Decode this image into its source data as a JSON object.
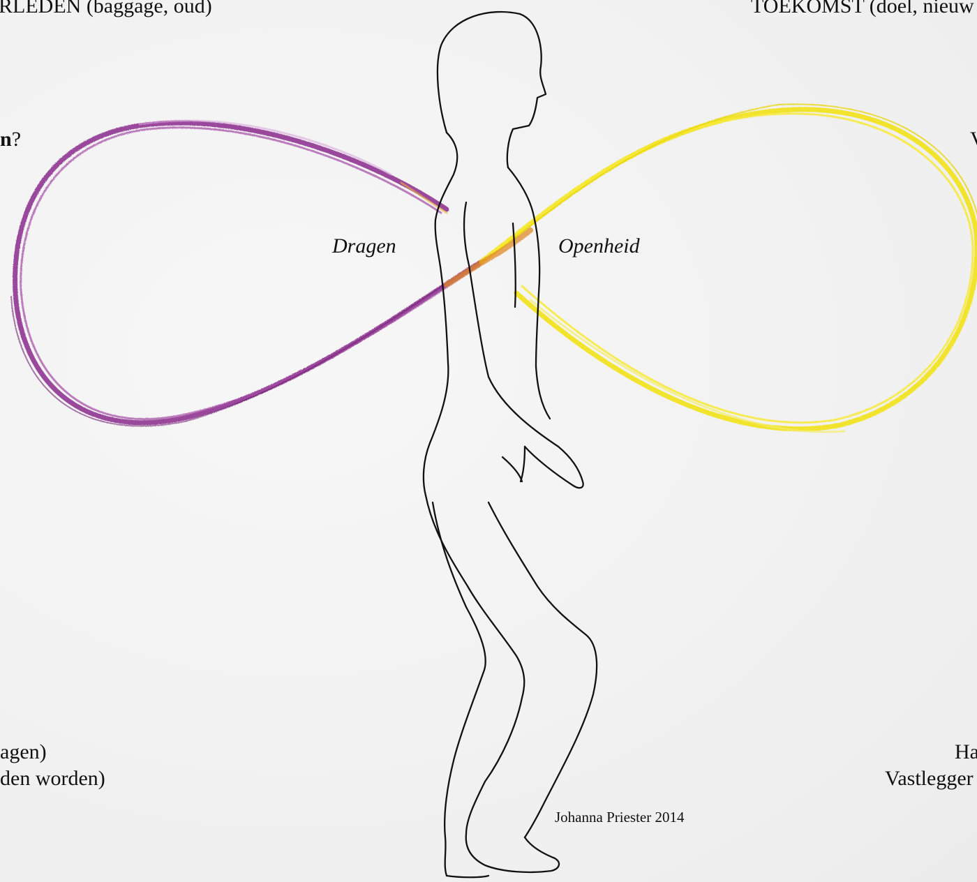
{
  "labels": {
    "past_heading": "RLEDEN (baggage, oud)",
    "future_heading": "TOEKOMST (doel, nieuw",
    "left_question_bold": "n",
    "left_question_mark": "?",
    "right_edge_letter": "V",
    "center_left": "Dragen",
    "center_right": "Openheid",
    "bottom_left_line1": "agen)",
    "bottom_left_line2": "den worden)",
    "bottom_right_line1": "Ha",
    "bottom_right_line2": "Vastlegger",
    "credit": "Johanna Priester 2014"
  },
  "colors": {
    "purple_loop": "#8a2a8c",
    "yellow_loop": "#f2e21a",
    "crossing": "#e08a2a",
    "figure_outline": "#111111"
  }
}
